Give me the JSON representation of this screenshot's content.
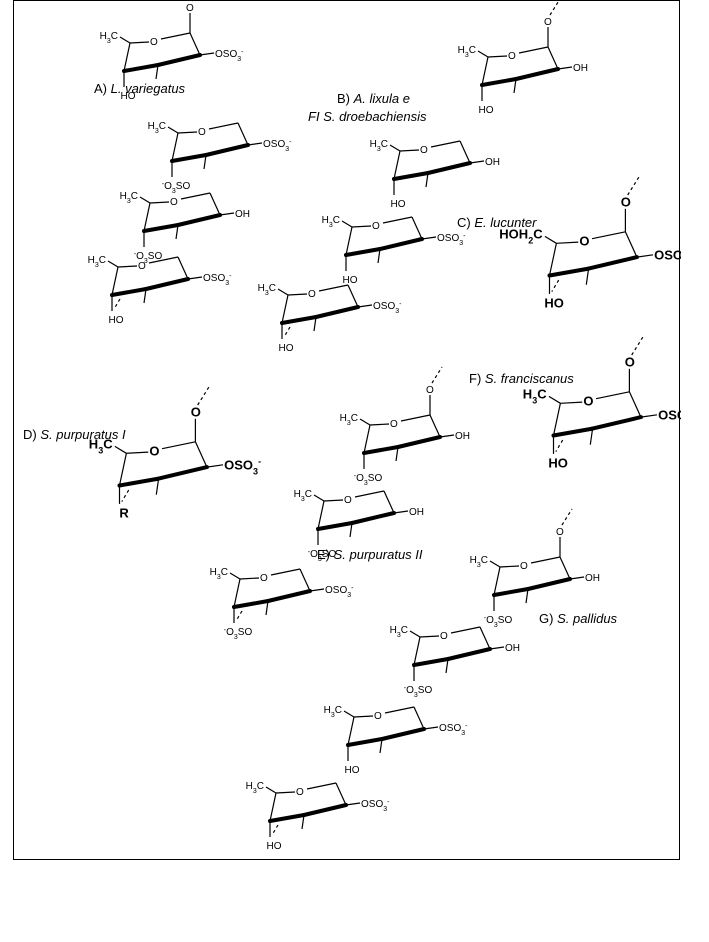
{
  "colors": {
    "line": "#000000",
    "background": "#ffffff"
  },
  "labels": [
    {
      "id": "A",
      "prefix": "A)",
      "species": "L. variegatus"
    },
    {
      "id": "B",
      "prefix": "B)",
      "species": "A. lixula",
      "suffix": "e"
    },
    {
      "id": "B2",
      "prefix": "FI",
      "species": "S. droebachiensis"
    },
    {
      "id": "C",
      "prefix": "C)",
      "species": "E. lucunter"
    },
    {
      "id": "D",
      "prefix": "D)",
      "species": "S. purpuratus I"
    },
    {
      "id": "E",
      "prefix": "E)",
      "species": "S. purpuratus II"
    },
    {
      "id": "F",
      "prefix": "F)",
      "species": "S. franciscanus"
    },
    {
      "id": "G",
      "prefix": "G)",
      "species": "S. pallidus"
    }
  ],
  "groups": {
    "o": "O",
    "oso3": "OSO",
    "o3so": "O",
    "oh": "OH",
    "ho": "HO",
    "h3c": "H",
    "hoh2c": "HOH",
    "r": "R",
    "sub3": "3",
    "sub2": "2",
    "minus": "-"
  }
}
